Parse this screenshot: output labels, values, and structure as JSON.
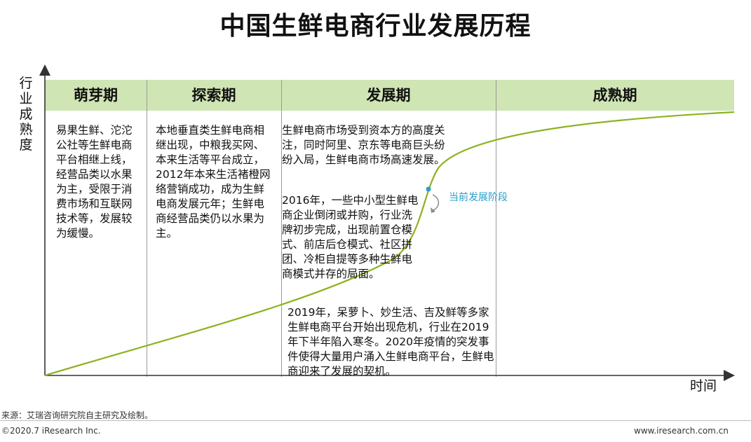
{
  "title": "中国生鲜电商行业发展历程",
  "axis": {
    "y_label": "行业成熟度",
    "x_label": "时间"
  },
  "stages": [
    {
      "name": "萌芽期"
    },
    {
      "name": "探索期"
    },
    {
      "name": "发展期"
    },
    {
      "name": "成熟期"
    }
  ],
  "descriptions": {
    "budding": "易果生鲜、沱沱公社等生鲜电商平台相继上线，经营品类以水果为主，受限于消费市场和互联网技术等，发展较为缓慢。",
    "exploration": "本地垂直类生鲜电商相继出现，中粮我买网、本来生活等平台成立，2012年本来生活褚橙网络营销成功，成为生鲜电商发展元年；生鲜电商经营品类仍以水果为主。",
    "growth_1": "生鲜电商市场受到资本方的高度关注，同时阿里、京东等电商巨头纷纷入局，生鲜电商市场高速发展。",
    "growth_2": "2016年，一些中小型生鲜电商企业倒闭或并购，行业洗牌初步完成，出现前置仓模式、前店后仓模式、社区拼团、冷柜自提等多种生鲜电商模式并存的局面。",
    "growth_3": "2019年，呆萝卜、妙生活、吉及鲜等多家生鲜电商平台开始出现危机，行业在2019年下半年陷入寒冬。2020年疫情的突发事件使得大量用户涌入生鲜电商平台，生鲜电商迎来了发展的契机。"
  },
  "current_marker": {
    "label": "当前发展阶段"
  },
  "colors": {
    "curve": "#8db21e",
    "header_band": "#cfe5b4",
    "marker": "#2a9fc7",
    "axis": "#333333"
  },
  "footer": {
    "source": "来源：艾瑞咨询研究院自主研究及绘制。",
    "copyright": "©2020.7 iResearch Inc.",
    "website": "www.iresearch.com.cn"
  }
}
